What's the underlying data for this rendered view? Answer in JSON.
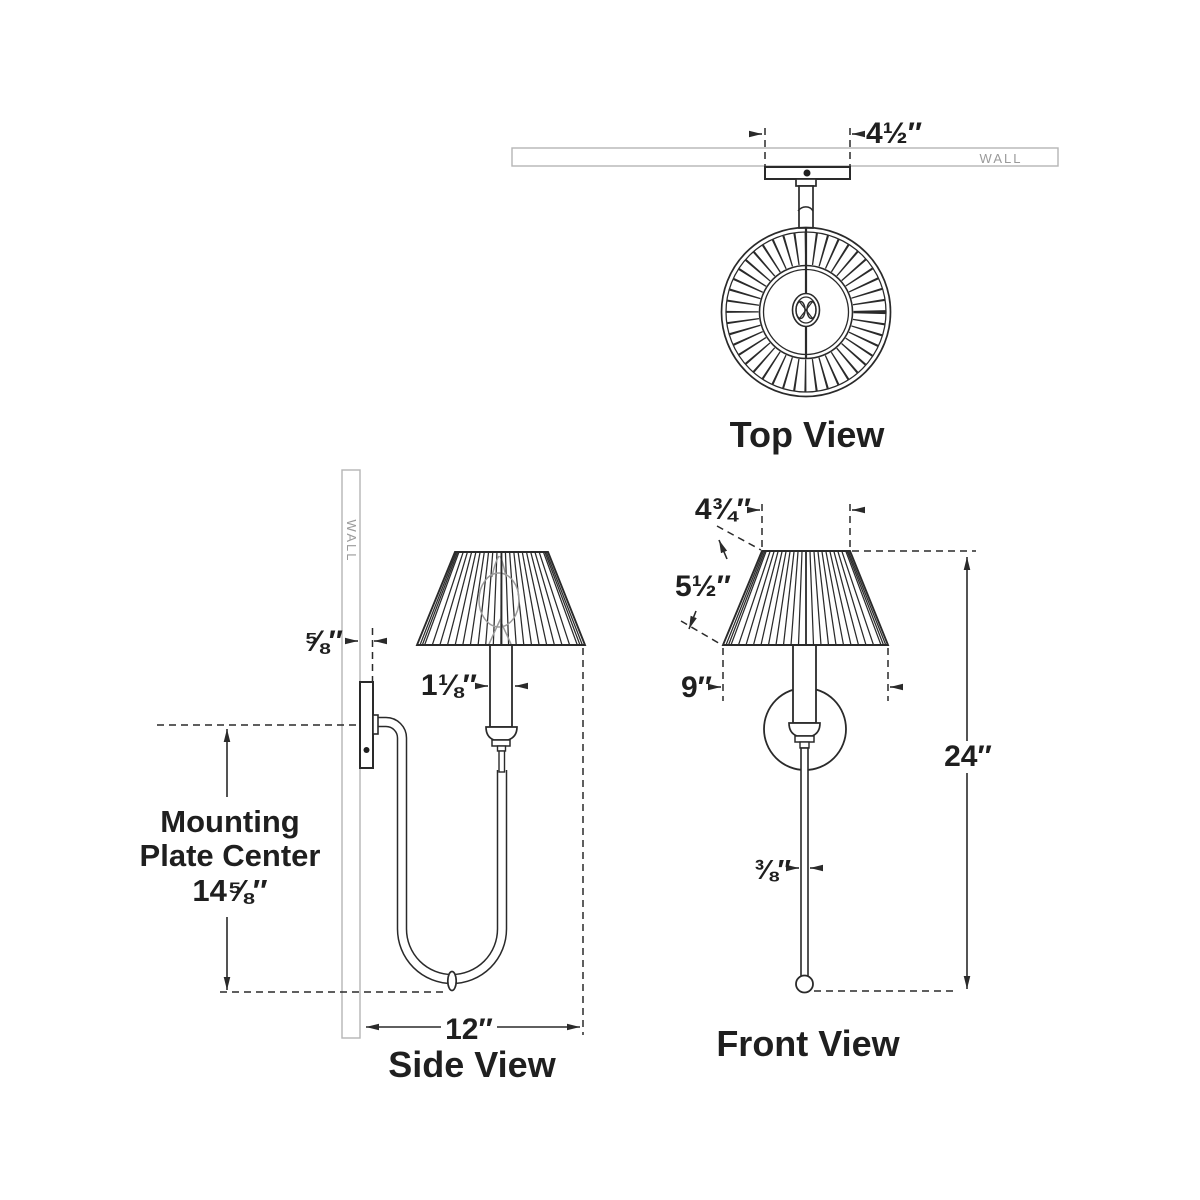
{
  "drawing": {
    "type": "wall-sconce specification line drawing",
    "colors": {
      "line": "#2a2a2a",
      "wall_hatch": "#b8b8b8",
      "wall_text": "#9a9a9a",
      "bulb_outline": "#9b9b9b",
      "background": "#ffffff"
    },
    "top_view": {
      "label": "Top View",
      "wall_label": "WALL",
      "dims": {
        "backplate_width": "4½″"
      }
    },
    "side_view": {
      "label": "Side View",
      "wall_label": "WALL",
      "dims": {
        "plate_thickness": "⅝″",
        "candle_diameter": "1⅛″",
        "depth": "12″"
      },
      "mounting": {
        "line1": "Mounting",
        "line2": "Plate Center",
        "value": "14⅝″"
      }
    },
    "front_view": {
      "label": "Front View",
      "dims": {
        "shade_top_diameter": "4¾″",
        "shade_slant_height": "5½″",
        "shade_bottom_diameter": "9″",
        "overall_height": "24″",
        "stem_diameter": "⅜″"
      }
    }
  }
}
